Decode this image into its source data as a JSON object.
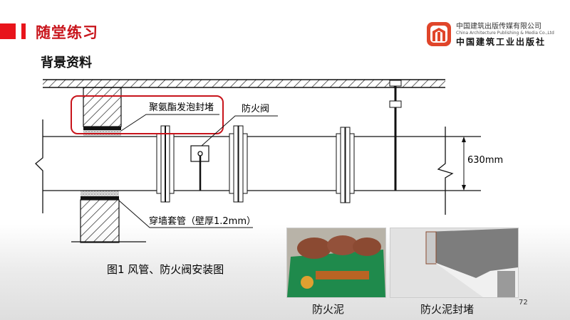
{
  "header": {
    "title": "随堂练习",
    "subtitle": "背景资料",
    "accent_color": "#e8141b"
  },
  "logo": {
    "line1": "中国建筑出版传媒有限公司",
    "line2": "China Architecture Publishing & Media Co.,Ltd",
    "line3": "中国建筑工业出版社"
  },
  "diagram": {
    "label_foam": "聚氨酯发泡封堵",
    "label_valve": "防火阀",
    "label_sleeve": "穿墙套管（壁厚1.2mm）",
    "dimension": "630mm",
    "caption": "图1  风管、防火阀安装图",
    "highlight_color": "#c8141b"
  },
  "photos": [
    {
      "caption": "防火泥"
    },
    {
      "caption": "防火泥封堵"
    }
  ],
  "page_number": "72"
}
